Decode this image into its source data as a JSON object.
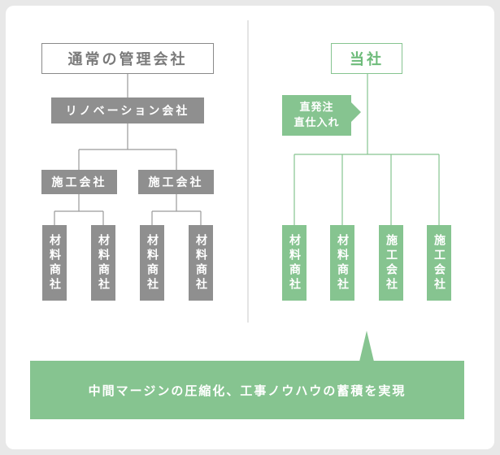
{
  "left": {
    "title": "通常の管理会社",
    "renovation": "リノベーション会社",
    "contractors": [
      "施工会社",
      "施工会社"
    ],
    "suppliers": [
      "材料商社",
      "材料商社",
      "材料商社",
      "材料商社"
    ]
  },
  "right": {
    "title": "当社",
    "callout_line1": "直発注",
    "callout_line2": "直仕入れ",
    "leaves": [
      "材料商社",
      "材料商社",
      "施工会社",
      "施工会社"
    ]
  },
  "banner": "中間マージンの圧縮化、工事ノウハウの蓄積を実現",
  "colors": {
    "gray": "#8f8f8f",
    "green": "#86c490"
  }
}
